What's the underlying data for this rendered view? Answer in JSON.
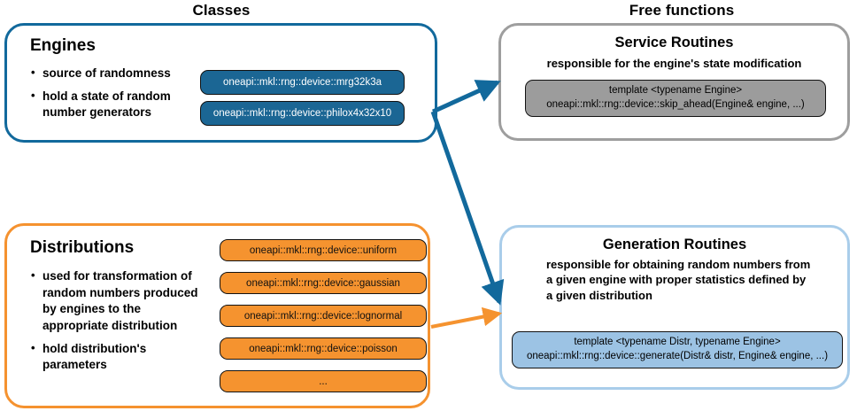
{
  "headings": {
    "classes": "Classes",
    "free_functions": "Free functions"
  },
  "engines": {
    "title": "Engines",
    "bullets": [
      "source of randomness",
      "hold a state of random number generators"
    ],
    "pills": [
      "oneapi::mkl::rng::device::mrg32k3a",
      "oneapi::mkl::rng::device::philox4x32x10"
    ],
    "border_color": "#12699c",
    "pill_color": "#1b6694"
  },
  "distributions": {
    "title": "Distributions",
    "bullets": [
      "used for transformation of random numbers produced by engines to the appropriate distribution",
      "hold distribution's parameters"
    ],
    "pills": [
      "oneapi::mkl::rng::device::uniform",
      "oneapi::mkl::rng::device::gaussian",
      "oneapi::mkl::rng::device::lognormal",
      "oneapi::mkl::rng::device::poisson",
      "..."
    ],
    "border_color": "#f5922f",
    "pill_color": "#f5932f"
  },
  "service_routines": {
    "title": "Service Routines",
    "subtitle": "responsible for the engine's state modification",
    "code_line_1": "template <typename Engine>",
    "code_line_2": "oneapi::mkl::rng::device::skip_ahead(Engine& engine, ...)",
    "border_color": "#9e9e9e",
    "code_color": "#9c9c9c"
  },
  "generation_routines": {
    "title": "Generation Routines",
    "subtitle_line_1": "responsible for obtaining random numbers from",
    "subtitle_line_2": "a given engine with proper statistics defined by",
    "subtitle_line_3": "a given distribution",
    "code_line_1": "template <typename Distr, typename Engine>",
    "code_line_2": "oneapi::mkl::rng::device::generate(Distr& distr, Engine& engine, ...)",
    "border_color": "#a9cdea",
    "code_color": "#9cc3e4"
  },
  "connectors": {
    "engines_to_service_color": "#12699c",
    "engines_to_generation_color": "#12699c",
    "distributions_to_generation_color": "#f5932f"
  }
}
